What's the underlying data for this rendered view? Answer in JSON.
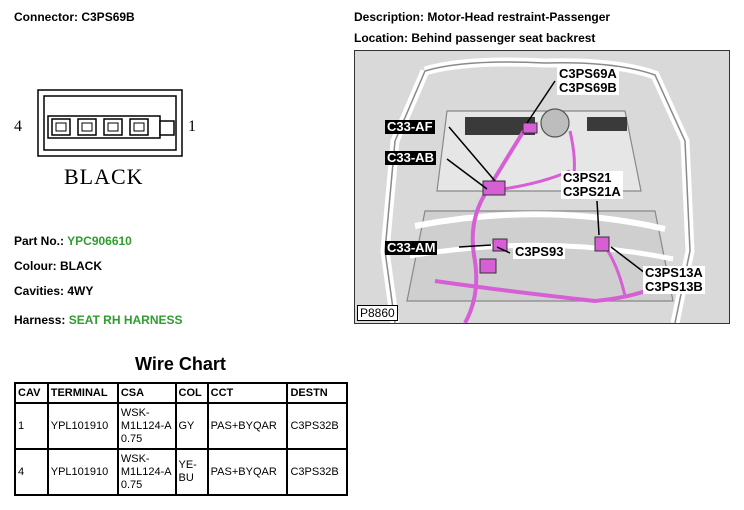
{
  "connector": {
    "label": "Connector:",
    "value": "C3PS69B"
  },
  "description": {
    "label": "Description:",
    "value": "Motor-Head restraint-Passenger"
  },
  "location": {
    "label": "Location:",
    "value": "Behind passenger seat backrest"
  },
  "connector_diagram": {
    "left_pin": "4",
    "right_pin": "1",
    "color_word": "BLACK"
  },
  "part_no": {
    "label": "Part No.:",
    "value": "YPC906610"
  },
  "colour": {
    "label": "Colour:",
    "value": "BLACK"
  },
  "cavities": {
    "label": "Cavities:",
    "value": "4WY"
  },
  "harness": {
    "label": "Harness:",
    "value": "SEAT RH HARNESS"
  },
  "wire_chart": {
    "title": "Wire Chart",
    "headers": [
      "CAV",
      "TERMINAL",
      "CSA",
      "COL",
      "CCT",
      "DESTN"
    ],
    "rows": [
      {
        "cav": "1",
        "terminal": "YPL101910",
        "csa": "WSK-M1L124-A 0.75",
        "col": "GY",
        "cct": "PAS+BYQAR",
        "destn": "C3PS32B"
      },
      {
        "cav": "4",
        "terminal": "YPL101910",
        "csa": "WSK-M1L124-A 0.75",
        "col": "YE-BU",
        "cct": "PAS+BYQAR",
        "destn": "C3PS32B"
      }
    ]
  },
  "photo": {
    "id": "P8860",
    "callouts": {
      "c3ps69": "C3PS69A",
      "c3ps69b": "C3PS69B",
      "c33af": "C33-AF",
      "c33ab": "C33-AB",
      "c3ps21": "C3PS21",
      "c3ps21a": "C3PS21A",
      "c33am": "C33-AM",
      "c3ps93": "C3PS93",
      "c3ps13a": "C3PS13A",
      "c3ps13b": "C3PS13B"
    },
    "colors": {
      "harness": "#d65fd6",
      "background": "#d9d9d9",
      "frame": "#ffffff"
    }
  }
}
